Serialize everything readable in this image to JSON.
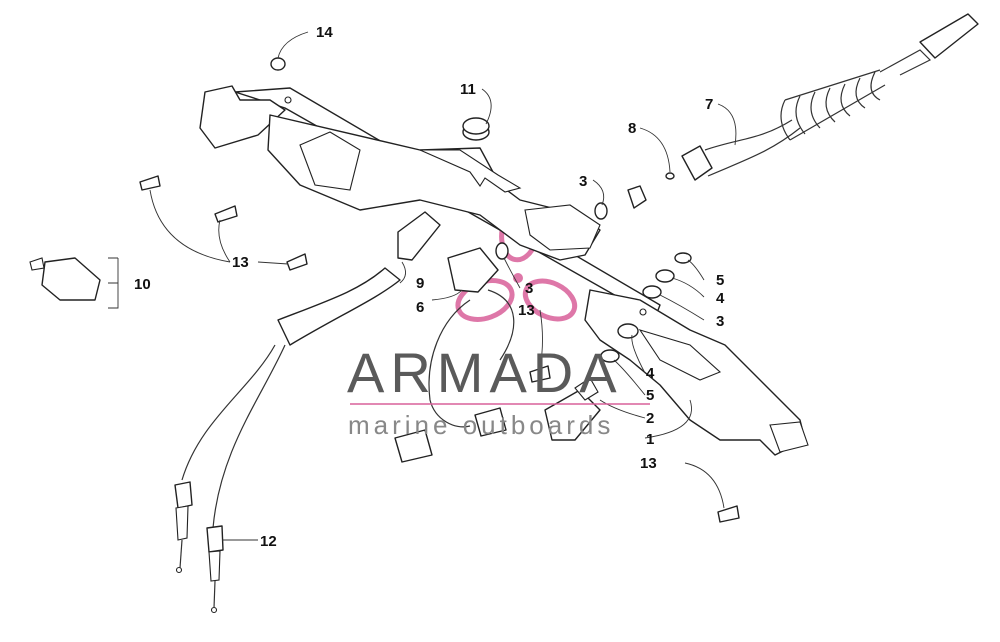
{
  "callouts": [
    "14",
    "11",
    "7",
    "8",
    "3",
    "13",
    "10",
    "9",
    "6",
    "3",
    "13",
    "5",
    "4",
    "3",
    "4",
    "5",
    "2",
    "1",
    "13",
    "12"
  ],
  "watermark": {
    "brand": "ARMADA",
    "tagline": "marine outboards",
    "accent_color": "#d9609a",
    "text_color": "#5a5a5a"
  }
}
